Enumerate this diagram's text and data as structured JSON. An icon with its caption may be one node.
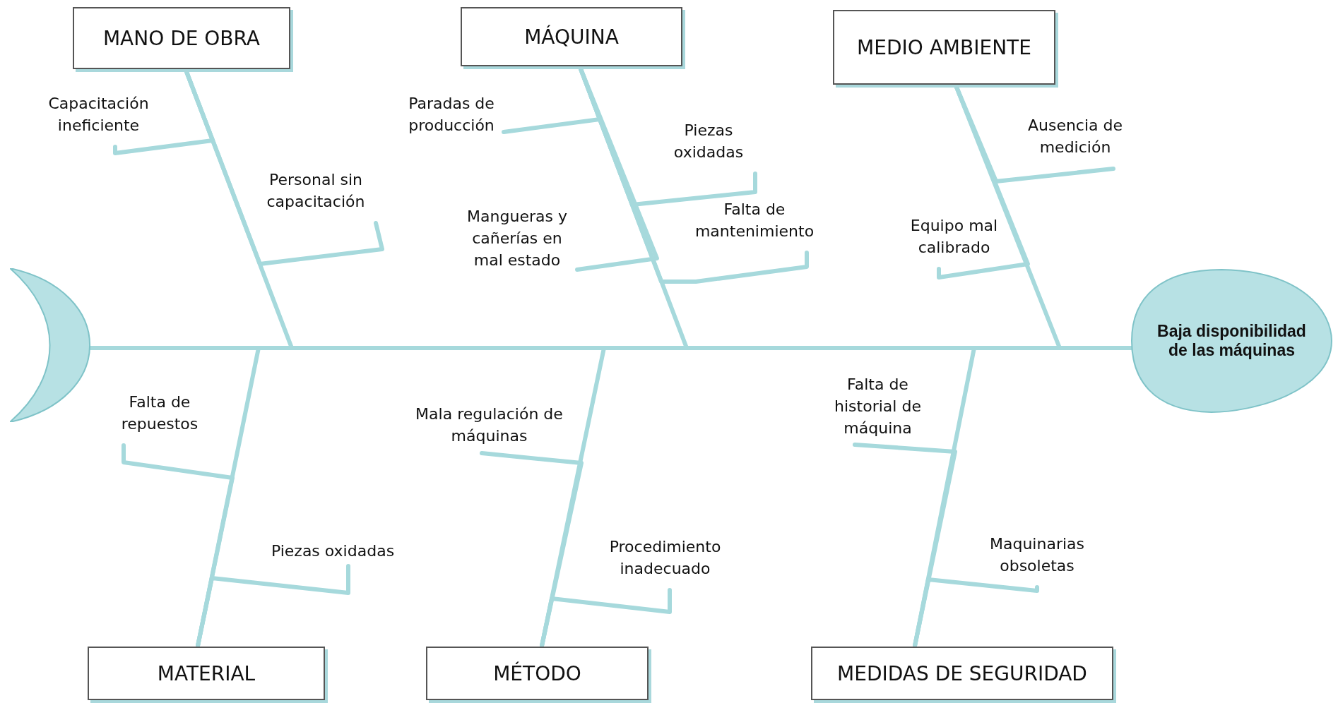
{
  "diagram": {
    "nodes": [
      {
        "text": [
          "MANO DE OBRA"
        ]
      },
      {
        "text": [
          "MÁQUINA"
        ]
      },
      {
        "text": [
          "MEDIO AMBIENTE"
        ]
      },
      {
        "text": [
          "Capacitación ineficiente"
        ]
      },
      {
        "text": [
          "Paradas de producción"
        ]
      },
      {
        "text": [
          "Piezas oxidadas"
        ]
      },
      {
        "text": [
          "Ausencia de medición"
        ]
      },
      {
        "text": [
          "Personal sin capacitación"
        ]
      },
      {
        "text": [
          "Falta de mantenimiento"
        ]
      },
      {
        "text": [
          "Mangueras y cañerías en mal estado"
        ]
      },
      {
        "text": [
          "Equipo mal calibrado"
        ]
      },
      {
        "text": [],
        "shape": "crescent"
      },
      {
        "text": [
          "Baja disponibilidad de las máquinas"
        ]
      },
      {
        "text": [
          "Falta de repuestos"
        ]
      },
      {
        "text": [
          "Falta de historial de máquina"
        ]
      },
      {
        "text": [
          "Mala regulación de máquinas"
        ]
      },
      {
        "text": [
          "Piezas oxidadas"
        ]
      },
      {
        "text": [
          "Procedimiento inadecuado"
        ]
      },
      {
        "text": [
          "Maquinarias obsoletas"
        ]
      },
      {
        "text": [
          "MATERIAL"
        ]
      },
      {
        "text": [
          "MÉTODO"
        ]
      },
      {
        "text": [
          "MEDIDAS DE SEGURIDAD"
        ]
      }
    ],
    "edges": [
      {
        "from": 3,
        "to": 0,
        "arrow": "none"
      },
      {
        "from": 7,
        "to": 0,
        "arrow": "none"
      },
      {
        "from": 4,
        "to": 1,
        "arrow": "none"
      },
      {
        "from": 5,
        "to": 1,
        "arrow": "none"
      },
      {
        "from": 9,
        "to": 1,
        "arrow": "none"
      },
      {
        "from": 8,
        "to": 1,
        "arrow": "none"
      },
      {
        "from": 6,
        "to": 2,
        "arrow": "none"
      },
      {
        "from": 10,
        "to": 2,
        "arrow": "none"
      },
      {
        "from": 13,
        "to": 19,
        "arrow": "none"
      },
      {
        "from": 16,
        "to": 19,
        "arrow": "none"
      },
      {
        "from": 15,
        "to": 20,
        "arrow": "none"
      },
      {
        "from": 17,
        "to": 20,
        "arrow": "none"
      },
      {
        "from": 14,
        "to": 21,
        "arrow": "none"
      },
      {
        "from": 18,
        "to": 21,
        "arrow": "none"
      },
      {
        "from": 0,
        "to": 12,
        "arrow": "none"
      },
      {
        "from": 1,
        "to": 12,
        "arrow": "none"
      },
      {
        "from": 2,
        "to": 12,
        "arrow": "none"
      },
      {
        "from": 19,
        "to": 12,
        "arrow": "none"
      },
      {
        "from": 20,
        "to": 12,
        "arrow": "none"
      },
      {
        "from": 21,
        "to": 12,
        "arrow": "none"
      },
      {
        "from": 11,
        "to": 12,
        "arrow": "none"
      }
    ]
  }
}
